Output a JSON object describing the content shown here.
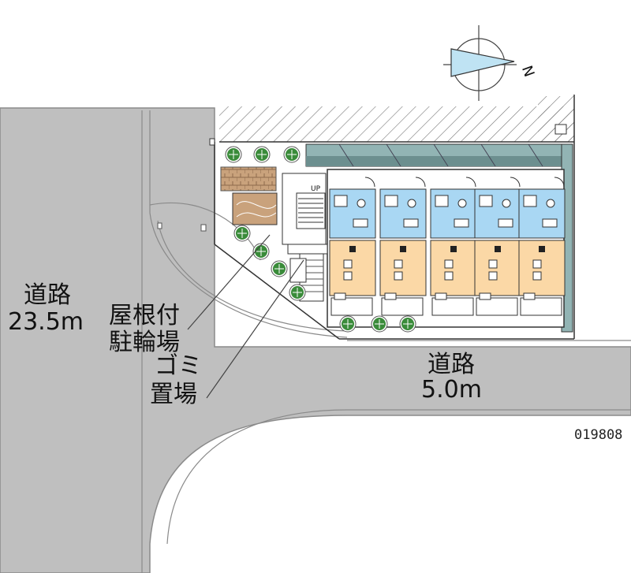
{
  "labels": {
    "main_road_name": "道路",
    "main_road_width": "23.5m",
    "side_road_name": "道路",
    "side_road_width": "5.0m",
    "bicycle_parking_line1": "屋根付",
    "bicycle_parking_line2": "駐輪場",
    "garbage_area_line1": "ゴミ",
    "garbage_area_line2": "置場",
    "stair_label": "UP",
    "compass_letter": "N",
    "property_id": "019808"
  },
  "colors": {
    "road": "#bfbfbf",
    "road_edge": "#8a8a8a",
    "room_floor": "#fbd8a6",
    "wet_area": "#a9d7f3",
    "walkway": "#92b4b4",
    "walkway_dark": "#6c8f8f",
    "bicycle_roof": "#c9a27c",
    "garbage_box": "#c8a88a",
    "tree_green": "#3a8b3a",
    "hatch": "#777777",
    "outline": "#333333"
  },
  "units": [
    {
      "name": "unit-1"
    },
    {
      "name": "unit-2"
    },
    {
      "name": "unit-3"
    },
    {
      "name": "unit-4"
    },
    {
      "name": "unit-5"
    }
  ]
}
